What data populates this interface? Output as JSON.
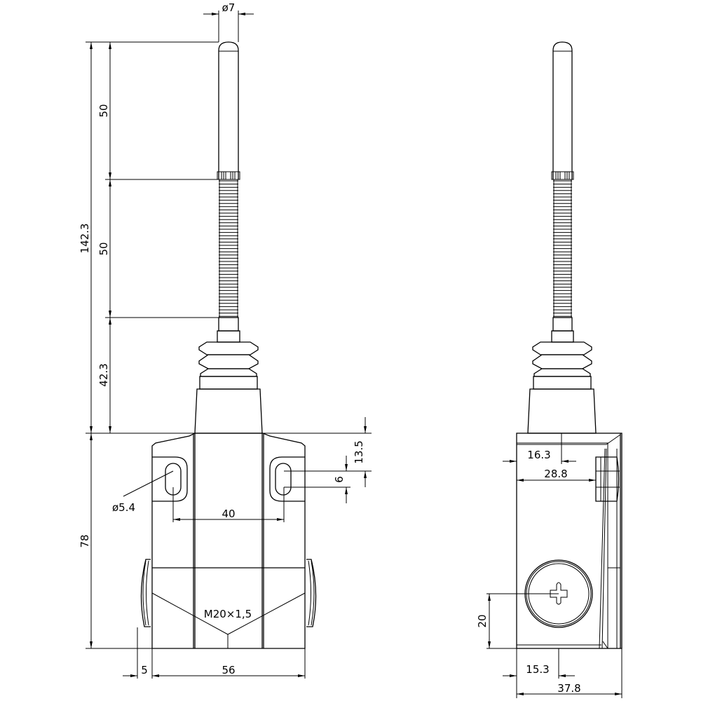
{
  "drawing": {
    "front_view": {
      "dims": {
        "lever_diameter": "ø7",
        "upper_lever": "50",
        "spring_length": "50",
        "total_height": "142.3",
        "lower_height": "42.3",
        "top_to_slot": "13.5",
        "slot_length": "6",
        "slot_diameter": "ø5.4",
        "slot_spacing": "40",
        "body_height": "78",
        "thread": "M20×1,5",
        "gland_protrusion": "5",
        "body_width": "56"
      }
    },
    "side_view": {
      "dims": {
        "lever_offset": "16.3",
        "lid_offset": "28.8",
        "conduit_height": "20",
        "conduit_offset": "15.3",
        "body_depth": "37.8"
      }
    }
  }
}
